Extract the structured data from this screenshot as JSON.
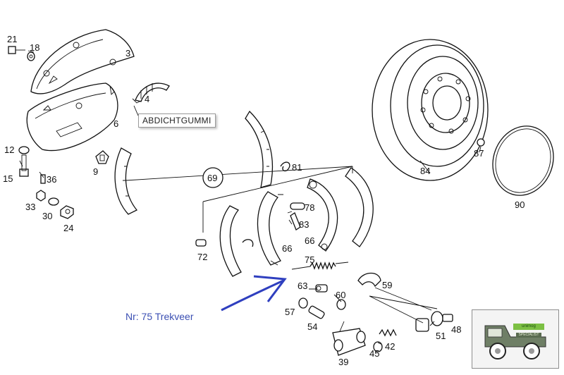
{
  "diagram": {
    "tooltip_text": "ABDICHTGUMMI",
    "note_text": "Nr: 75 Trekveer",
    "part_numbers": {
      "p21": "21",
      "p18": "18",
      "p3": "3",
      "p4": "4",
      "p6": "6",
      "p9": "9",
      "p12": "12",
      "p15": "15",
      "p36": "36",
      "p33": "33",
      "p30": "30",
      "p24": "24",
      "p69": "69",
      "p81": "81",
      "p78": "78",
      "p83": "83",
      "p72": "72",
      "p66a": "66",
      "p66b": "66",
      "p75": "75",
      "p63": "63",
      "p60": "60",
      "p59": "59",
      "p57": "57",
      "p54": "54",
      "p39": "39",
      "p45": "45",
      "p42": "42",
      "p51": "51",
      "p48": "48",
      "p84": "84",
      "p87": "87",
      "p90": "90"
    },
    "arrow_color": "#2f3fbf",
    "logo": {
      "sign_text": "unimog",
      "sub_text": "SPECIALIST"
    }
  }
}
